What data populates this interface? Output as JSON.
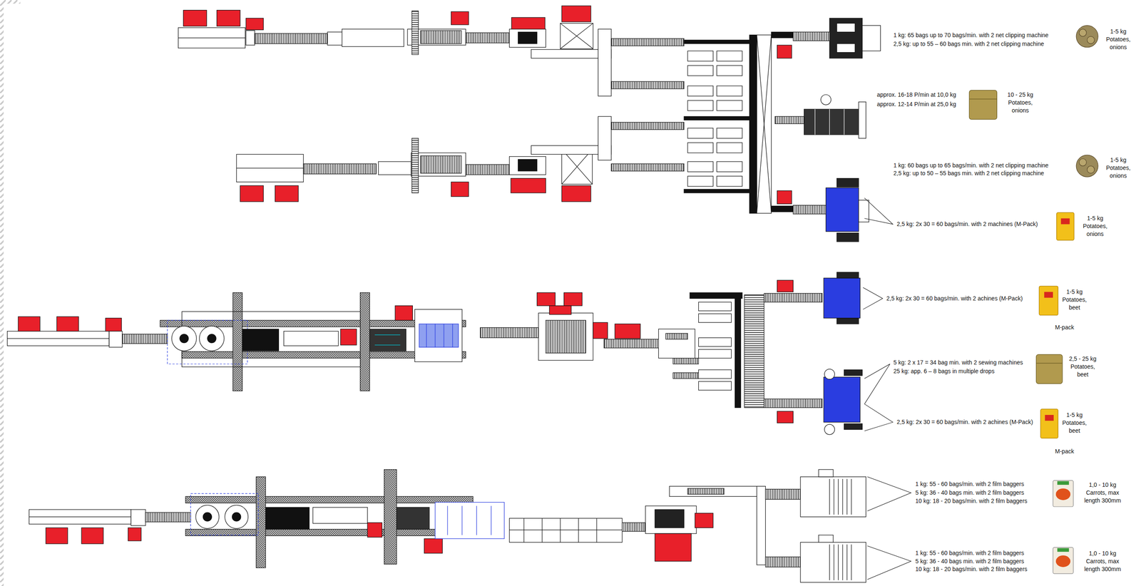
{
  "diagram": {
    "labels": [
      "1 kg: 65 bags up to 70 bags/min. with 2 net clipping machine",
      "2,5 kg: up to 55 – 60 bags min. with 2 net clipping machine",
      "1-5 kg Potatoes, onions",
      "approx. 16-18 P/min at 10,0 kg",
      "approx. 12-14 P/min at 25,0 kg",
      "10 - 25 kg Potatoes, onions",
      "1 kg: 60 bags up to 65 bags/min. with 2 net clipping machine",
      "2,5 kg: up to 50 – 55 bags min. with 2 net clipping machine",
      "1-5 kg Potatoes, onions",
      "2,5 kg: 2x 30 = 60 bags/min. with 2 machines (M-Pack)",
      "1-5 kg Potatoes, onions",
      "2,5 kg: 2x 30 = 60 bags/min. with 2 achines (M-Pack)",
      "1-5 kg Potatoes, beet",
      "M-pack",
      "5 kg: 2 x 17 = 34 bag min. with 2 sewing machines",
      "25 kg: app. 6 – 8 bags in multiple drops",
      "2,5 - 25 kg Potatoes, beet",
      "2,5 kg: 2x 30 = 60 bags/min. with 2 achines (M-Pack)",
      "1-5 kg Potatoes, beet",
      "M-pack",
      "1 kg: 55 - 60 bags/min. with 2 film baggers",
      "5 kg: 36 - 40 bags min. with 2 film baggers",
      "10 kg: 18 - 20 bags/min. with 2 film baggers",
      "1,0 - 10 kg Carrots, max length 300mm",
      "1 kg: 55 - 60 bags/min. with 2 film baggers",
      "5 kg: 36 - 40 bags min. with 2 film baggers",
      "10 kg: 18 - 20 bags/min. with 2 film baggers",
      "1,0 - 10 kg Carrots, max length 300mm"
    ]
  }
}
